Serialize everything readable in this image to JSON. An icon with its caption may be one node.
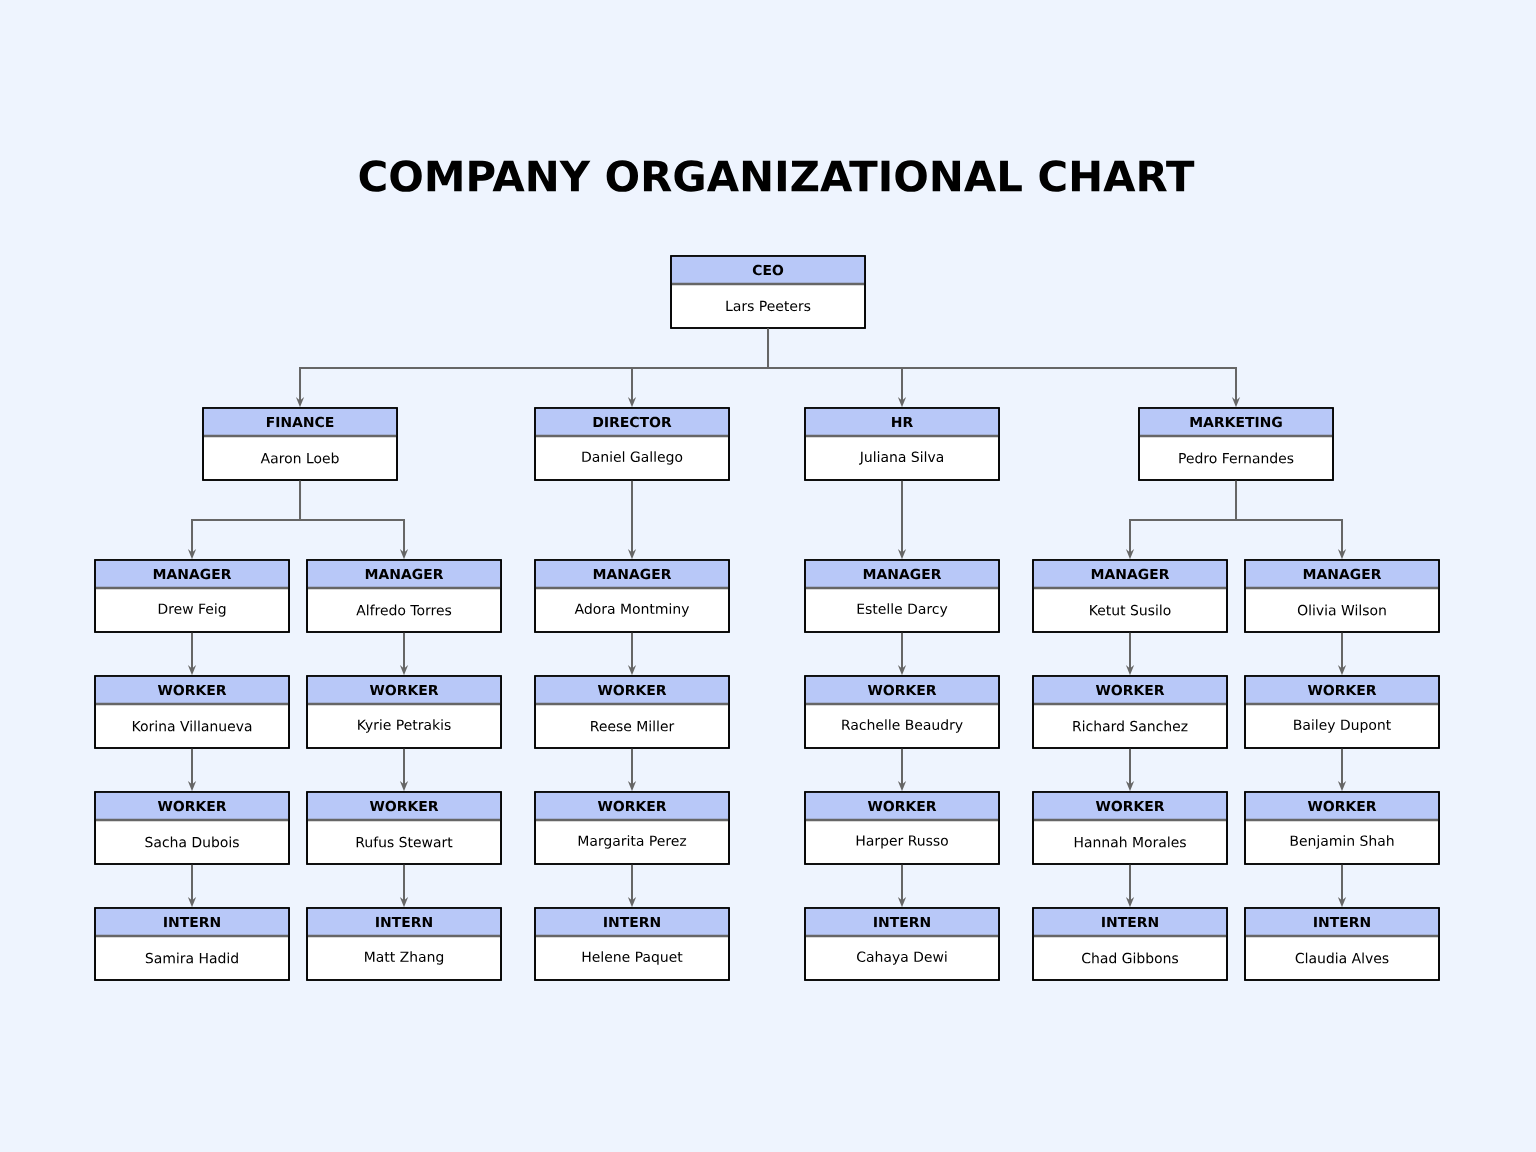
{
  "diagram": {
    "title": "COMPANY ORGANIZATIONAL CHART",
    "nodes": [
      {
        "text": [
          "CEO",
          "Lars Peeters"
        ]
      },
      {
        "text": [
          "FINANCE",
          "Aaron Loeb"
        ]
      },
      {
        "text": [
          "DIRECTOR",
          "Daniel Gallego"
        ]
      },
      {
        "text": [
          "HR",
          "Juliana Silva"
        ]
      },
      {
        "text": [
          "MARKETING",
          "Pedro Fernandes"
        ]
      },
      {
        "text": [
          "MANAGER",
          "Drew Feig"
        ]
      },
      {
        "text": [
          "MANAGER",
          "Alfredo Torres"
        ]
      },
      {
        "text": [
          "MANAGER",
          "Adora Montminy"
        ]
      },
      {
        "text": [
          "MANAGER",
          "Estelle Darcy"
        ]
      },
      {
        "text": [
          "MANAGER",
          "Ketut Susilo"
        ]
      },
      {
        "text": [
          "MANAGER",
          "Olivia Wilson"
        ]
      },
      {
        "text": [
          "WORKER",
          "Korina Villanueva"
        ]
      },
      {
        "text": [
          "WORKER",
          "Kyrie Petrakis"
        ]
      },
      {
        "text": [
          "WORKER",
          "Reese Miller"
        ]
      },
      {
        "text": [
          "WORKER",
          "Rachelle Beaudry"
        ]
      },
      {
        "text": [
          "WORKER",
          "Richard Sanchez"
        ]
      },
      {
        "text": [
          "WORKER",
          "Bailey Dupont"
        ]
      },
      {
        "text": [
          "WORKER",
          "Sacha Dubois"
        ]
      },
      {
        "text": [
          "WORKER",
          "Rufus Stewart"
        ]
      },
      {
        "text": [
          "WORKER",
          "Margarita Perez"
        ]
      },
      {
        "text": [
          "WORKER",
          "Harper Russo"
        ]
      },
      {
        "text": [
          "WORKER",
          "Hannah Morales"
        ]
      },
      {
        "text": [
          "WORKER",
          "Benjamin Shah"
        ]
      },
      {
        "text": [
          "INTERN",
          "Samira Hadid"
        ]
      },
      {
        "text": [
          "INTERN",
          "Matt Zhang"
        ]
      },
      {
        "text": [
          "INTERN",
          "Helene Paquet"
        ]
      },
      {
        "text": [
          "INTERN",
          "Cahaya Dewi"
        ]
      },
      {
        "text": [
          "INTERN",
          "Chad Gibbons"
        ]
      },
      {
        "text": [
          "INTERN",
          "Claudia Alves"
        ]
      }
    ],
    "edges": [
      {
        "from": 0,
        "to": 1,
        "arrow": "to"
      },
      {
        "from": 0,
        "to": 2,
        "arrow": "to"
      },
      {
        "from": 0,
        "to": 3,
        "arrow": "to"
      },
      {
        "from": 0,
        "to": 4,
        "arrow": "to"
      },
      {
        "from": 1,
        "to": 5,
        "arrow": "to"
      },
      {
        "from": 1,
        "to": 6,
        "arrow": "to"
      },
      {
        "from": 2,
        "to": 7,
        "arrow": "to"
      },
      {
        "from": 3,
        "to": 8,
        "arrow": "to"
      },
      {
        "from": 4,
        "to": 9,
        "arrow": "to"
      },
      {
        "from": 4,
        "to": 10,
        "arrow": "to"
      },
      {
        "from": 5,
        "to": 11,
        "arrow": "to"
      },
      {
        "from": 6,
        "to": 12,
        "arrow": "to"
      },
      {
        "from": 7,
        "to": 13,
        "arrow": "to"
      },
      {
        "from": 8,
        "to": 14,
        "arrow": "to"
      },
      {
        "from": 9,
        "to": 15,
        "arrow": "to"
      },
      {
        "from": 10,
        "to": 16,
        "arrow": "to"
      },
      {
        "from": 11,
        "to": 17,
        "arrow": "to"
      },
      {
        "from": 12,
        "to": 18,
        "arrow": "to"
      },
      {
        "from": 13,
        "to": 19,
        "arrow": "to"
      },
      {
        "from": 14,
        "to": 20,
        "arrow": "to"
      },
      {
        "from": 15,
        "to": 21,
        "arrow": "to"
      },
      {
        "from": 16,
        "to": 22,
        "arrow": "to"
      },
      {
        "from": 17,
        "to": 23,
        "arrow": "to"
      },
      {
        "from": 18,
        "to": 24,
        "arrow": "to"
      },
      {
        "from": 19,
        "to": 25,
        "arrow": "to"
      },
      {
        "from": 20,
        "to": 26,
        "arrow": "to"
      },
      {
        "from": 21,
        "to": 27,
        "arrow": "to"
      },
      {
        "from": 22,
        "to": 28,
        "arrow": "to"
      }
    ]
  }
}
